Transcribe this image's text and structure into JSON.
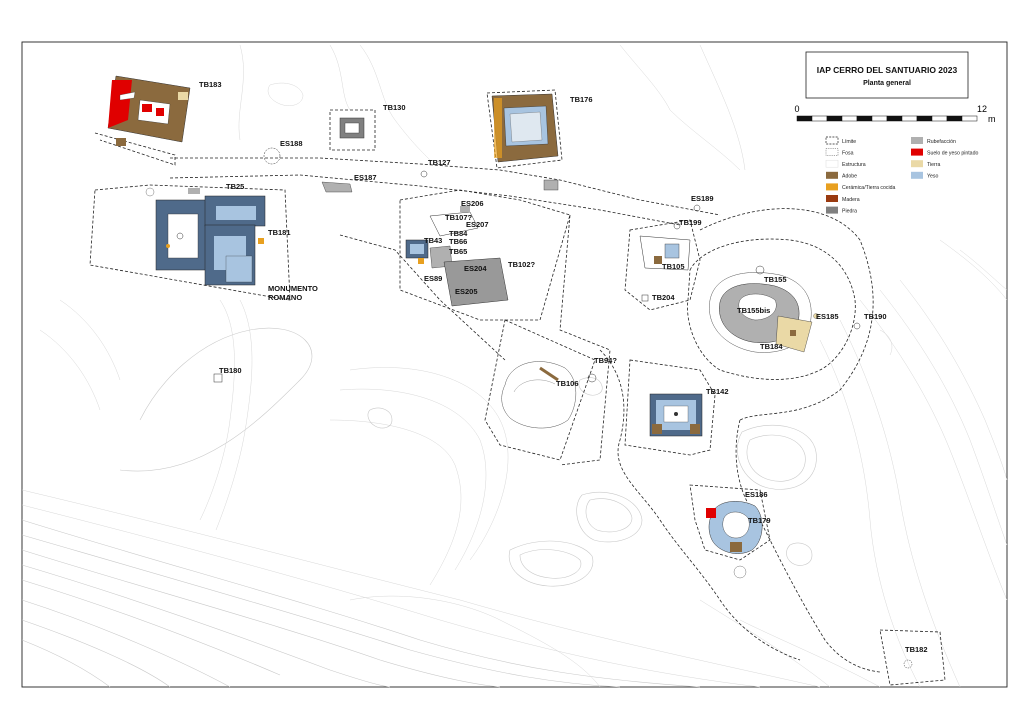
{
  "title": {
    "main": "IAP CERRO DEL SANTUARIO 2023",
    "sub": "Planta general"
  },
  "scale": {
    "start": "0",
    "end": "12",
    "unit": "m"
  },
  "legend": [
    {
      "label": "Límite",
      "swatch": "dashed-line",
      "color": "#222222"
    },
    {
      "label": "Fosa",
      "swatch": "dashed-line-light",
      "color": "#555555"
    },
    {
      "label": "Estructura",
      "swatch": "outline",
      "color": "#ffffff"
    },
    {
      "label": "Adobe",
      "swatch": "fill",
      "color": "#8b6a3e"
    },
    {
      "label": "Cerámica/Tierra cocida",
      "swatch": "fill",
      "color": "#e8a020"
    },
    {
      "label": "Madera",
      "swatch": "fill",
      "color": "#9a3a10"
    },
    {
      "label": "Piedra",
      "swatch": "fill",
      "color": "#808080"
    },
    {
      "label": "Rubefacción",
      "swatch": "fill",
      "color": "#b0b0b0"
    },
    {
      "label": "Suelo de yeso pintado",
      "swatch": "fill",
      "color": "#e00000"
    },
    {
      "label": "Tierra",
      "swatch": "fill",
      "color": "#ead9a6"
    },
    {
      "label": "Yeso",
      "swatch": "fill",
      "color": "#a8c4e0"
    }
  ],
  "labels": {
    "tb183": "TB183",
    "tb130": "TB130",
    "tb176": "TB176",
    "es188": "ES188",
    "tb127": "TB127",
    "es187": "ES187",
    "tb25": "TB25",
    "tb181": "TB181",
    "monumento": "MONUMENTO",
    "romano": "ROMANO",
    "es206": "ES206",
    "tb107": "TB107?",
    "es207": "ES207",
    "tb84": "TB84",
    "tb43": "TB43",
    "tb66": "TB66",
    "tb65": "TB65",
    "es204": "ES204",
    "es89": "ES89",
    "es205": "ES205",
    "tb102": "TB102?",
    "es189": "ES189",
    "tb199": "TB199",
    "tb105": "TB105",
    "tb204": "TB204",
    "tb155": "TB155",
    "tb155bis": "TB155bis",
    "es185": "ES185",
    "tb190": "TB190",
    "tb184": "TB184",
    "tb180": "TB180",
    "tb94": "TB94?",
    "tb106": "TB106",
    "tb142": "TB142",
    "es186": "ES186",
    "tb179": "TB179",
    "tb182": "TB182"
  },
  "colors": {
    "adobe": "#8b6a3e",
    "ceramica": "#e8a020",
    "madera": "#9a3a10",
    "piedra": "#808080",
    "rubefaccion": "#b0b0b0",
    "suelo_yeso": "#e00000",
    "tierra": "#ead9a6",
    "yeso": "#a8c4e0"
  }
}
